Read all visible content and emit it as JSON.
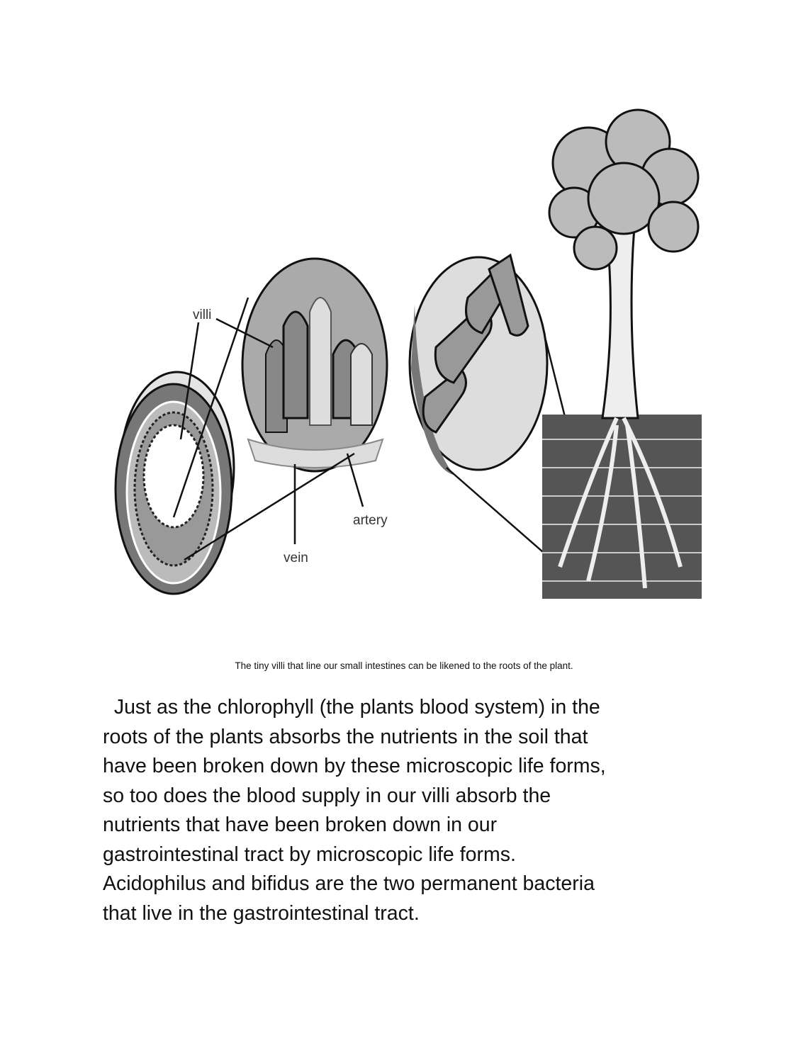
{
  "figure": {
    "labels": {
      "villi": "villi",
      "artery": "artery",
      "vein": "vein"
    },
    "caption": "The tiny villi that line our small intestines can be likened to the roots of the plant."
  },
  "body": {
    "lines": [
      "  Just as the chlorophyll (the plants blood system) in the",
      "roots of the plants absorbs the nutrients in the soil that",
      "have been broken down by these microscopic life forms,",
      "so too does the blood supply in our villi absorb the",
      "nutrients that have been broken down in our",
      "gastrointestinal tract by microscopic life forms.",
      "Acidophilus and bifidus are the two permanent bacteria",
      "that live in the gastrointestinal tract."
    ]
  }
}
